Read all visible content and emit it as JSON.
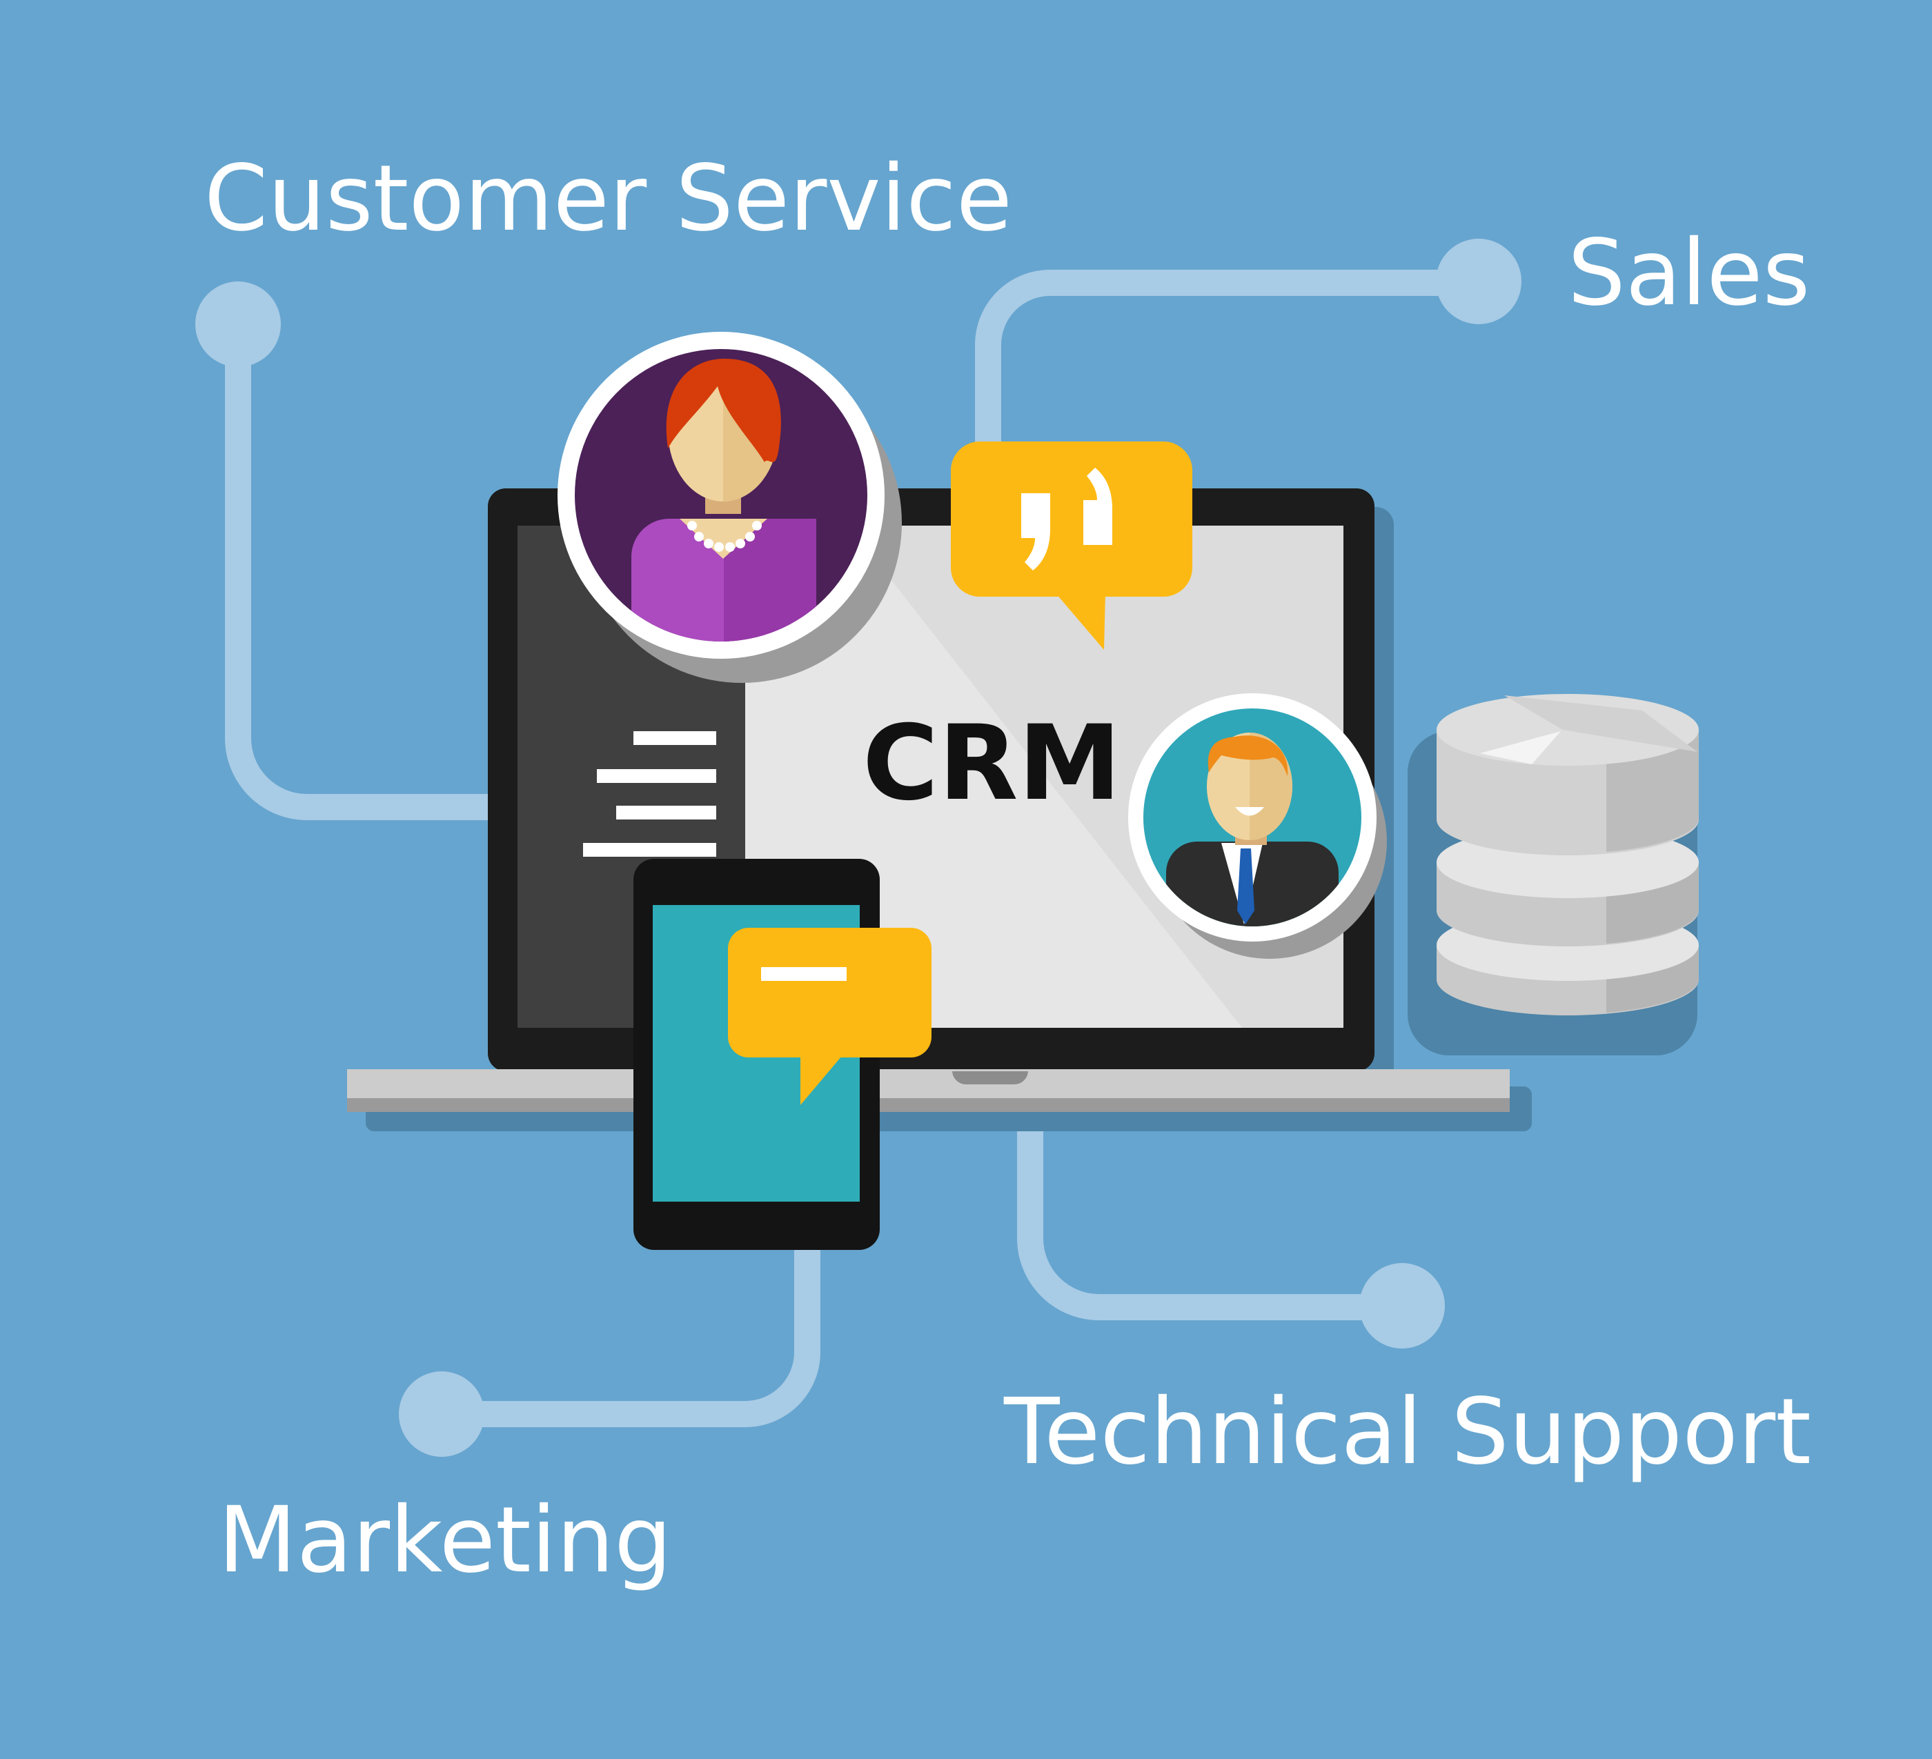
{
  "labels": {
    "customer_service": "Customer Service",
    "sales": "Sales",
    "technical_support": "Technical Support",
    "marketing": "Marketing"
  },
  "screen": {
    "title": "CRM"
  },
  "icons": {
    "woman": "woman-avatar-icon",
    "man": "businessman-avatar-icon",
    "quote_bubble": "quote-speech-bubble-icon",
    "chat_bubble": "chat-bubble-icon",
    "database": "database-icon",
    "laptop": "laptop-icon",
    "phone": "smartphone-icon"
  },
  "colors": {
    "background": "#66a5cf",
    "connector": "#a8cbe6",
    "bubble": "#fdb913",
    "woman_circle": "#4b2157",
    "man_circle": "#2fa7b8",
    "phone_screen": "#2eacb8"
  }
}
